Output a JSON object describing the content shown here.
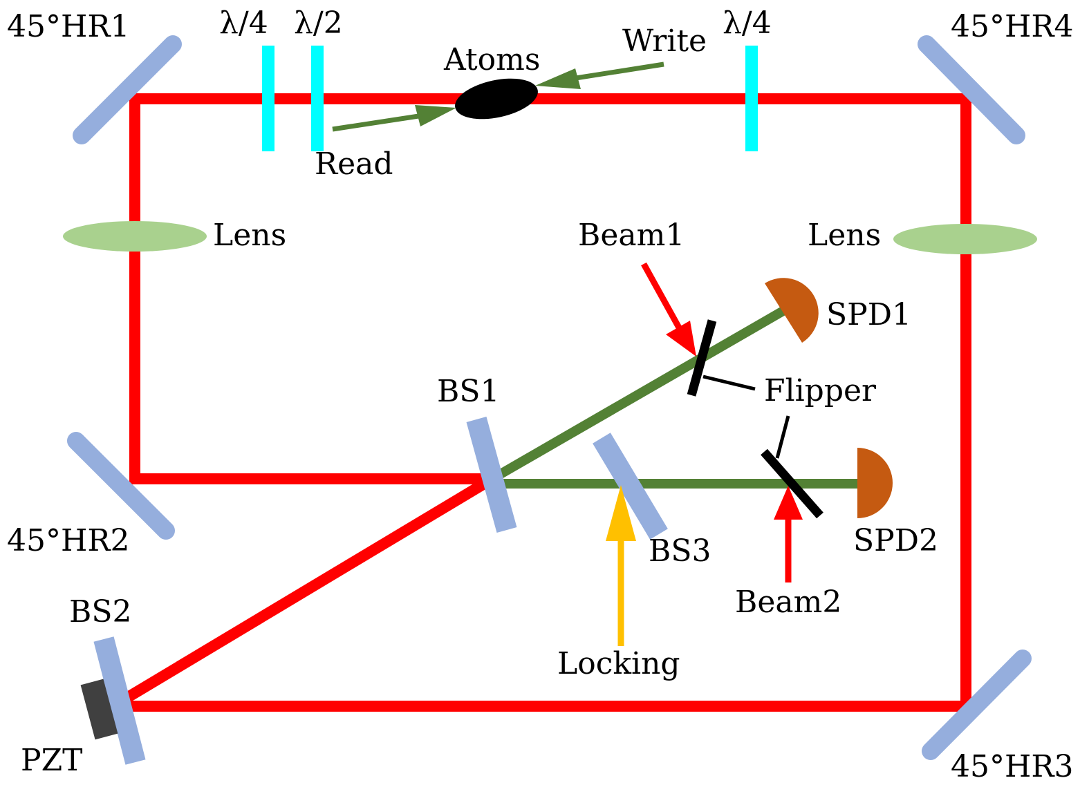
{
  "colors": {
    "cavity_beam": "#ff0000",
    "signal_beam": "#538135",
    "mirror": "#95aedd",
    "wave_plate": "#00ffff",
    "lens": "#a9d18e",
    "detector": "#c55a11",
    "flipper": "#000000",
    "pzt": "#404040",
    "locking_beam": "#ffc000",
    "atoms": "#000000"
  },
  "labels": {
    "hr1": "45°HR1",
    "hr2": "45°HR2",
    "hr3": "45°HR3",
    "hr4": "45°HR4",
    "qwp_left": "λ/4",
    "hwp": "λ/2",
    "qwp_right": "λ/4",
    "atoms": "Atoms",
    "write": "Write",
    "read": "Read",
    "lens_left": "Lens",
    "lens_right": "Lens",
    "beam1": "Beam1",
    "beam2": "Beam2",
    "spd1": "SPD1",
    "spd2": "SPD2",
    "flipper": "Flipper",
    "bs1": "BS1",
    "bs2": "BS2",
    "bs3": "BS3",
    "locking": "Locking",
    "pzt": "PZT"
  }
}
